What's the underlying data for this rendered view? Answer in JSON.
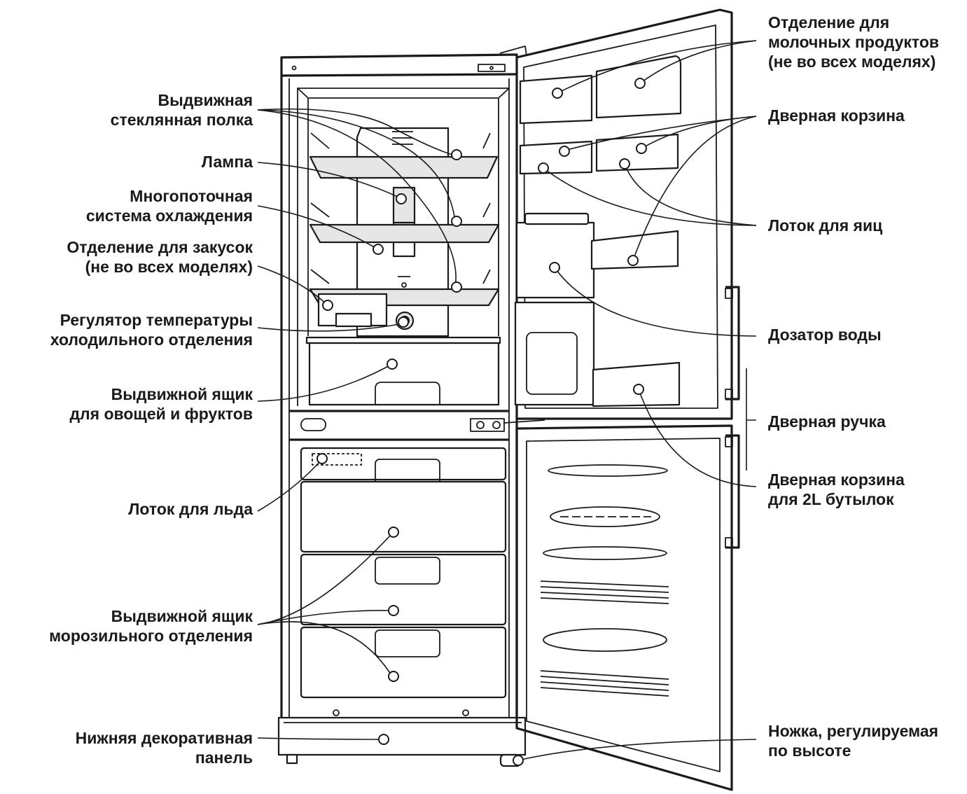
{
  "labels_left": [
    {
      "id": "sliding-glass-shelf",
      "lines": [
        "Выдвижная",
        "стеклянная полка"
      ]
    },
    {
      "id": "lamp",
      "lines": [
        "Лампа"
      ]
    },
    {
      "id": "multi-flow-cooling",
      "lines": [
        "Многопоточная",
        "система охлаждения"
      ]
    },
    {
      "id": "snack-compartment",
      "lines": [
        "Отделение для закусок",
        "(не во всех моделях)"
      ]
    },
    {
      "id": "fridge-temp-control",
      "lines": [
        "Регулятор температуры",
        "холодильного отделения"
      ]
    },
    {
      "id": "vegetable-drawer",
      "lines": [
        "Выдвижной ящик",
        "для овощей и фруктов"
      ]
    },
    {
      "id": "ice-tray",
      "lines": [
        "Лоток для льда"
      ]
    },
    {
      "id": "freezer-drawer",
      "lines": [
        "Выдвижной ящик",
        "морозильного отделения"
      ]
    },
    {
      "id": "bottom-panel",
      "lines": [
        "Нижняя декоративная",
        "панель"
      ]
    }
  ],
  "labels_right": [
    {
      "id": "dairy-compartment",
      "lines": [
        "Отделение для",
        "молочных продуктов",
        "(не во всех моделях)"
      ]
    },
    {
      "id": "door-basket",
      "lines": [
        "Дверная корзина"
      ]
    },
    {
      "id": "egg-tray",
      "lines": [
        "Лоток для яиц"
      ]
    },
    {
      "id": "water-dispenser",
      "lines": [
        "Дозатор воды"
      ]
    },
    {
      "id": "door-handle",
      "lines": [
        "Дверная ручка"
      ]
    },
    {
      "id": "bottle-basket",
      "lines": [
        "Дверная корзина",
        "для 2L бутылок"
      ]
    },
    {
      "id": "adjustable-foot",
      "lines": [
        "Ножка, регулируемая",
        "по высоте"
      ]
    }
  ]
}
